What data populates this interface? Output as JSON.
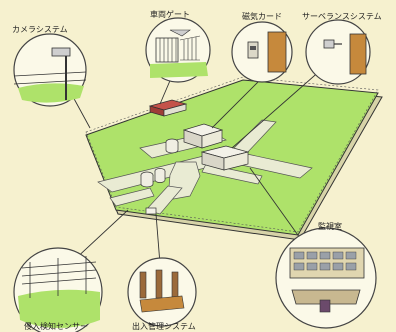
{
  "labels": {
    "camera": "カメラシステム",
    "vehicle_gate": "車両ゲート",
    "magnetic_card": "磁気カード",
    "surveillance": "サーベランスシステム",
    "monitor_room": "監視室",
    "intrusion_sensor": "侵入検知センサー",
    "access_control": "出入管理システム"
  },
  "colors": {
    "background": "#f6f1cf",
    "grass": "#aee26a",
    "road": "#e9ebd3",
    "outline": "#333333",
    "roof_red": "#c4524a",
    "building": "#eceae0",
    "bubble_frame": "#444444"
  }
}
